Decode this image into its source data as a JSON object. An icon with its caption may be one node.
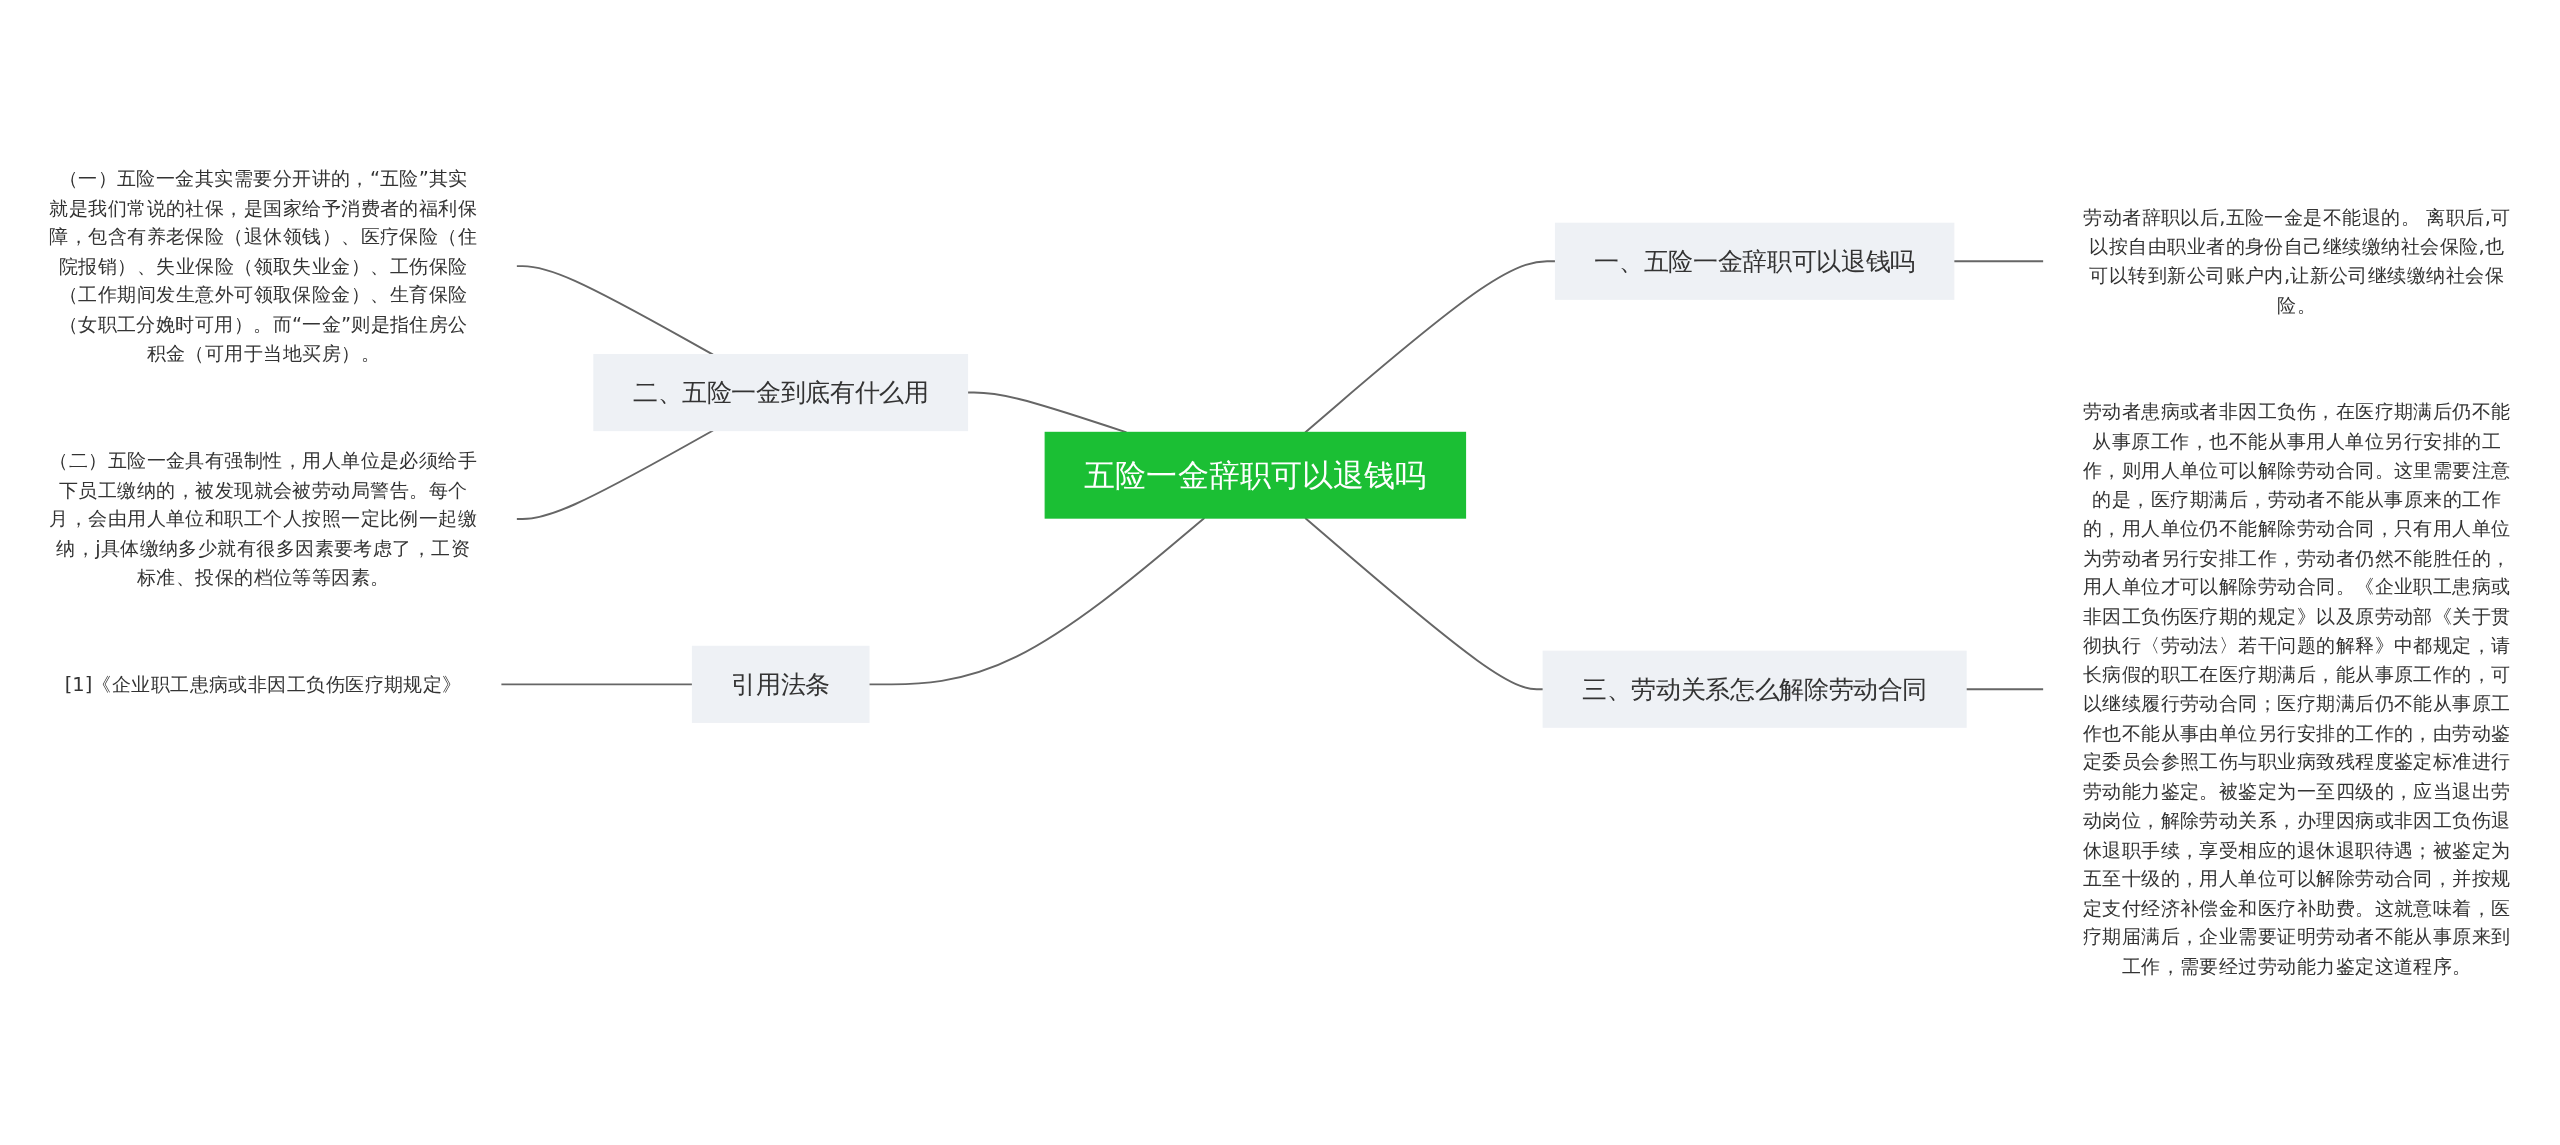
{
  "diagram": {
    "nodes": [
      {
        "text": [
          "五险一金辞职可以退钱吗"
        ]
      },
      {
        "text": [
          "一、五险一金辞职可以退钱吗"
        ]
      },
      {
        "text": [
          "劳动者辞职以后,五险一金是不能退的。 离职后,可以按自由职业者的身份自己继续缴纳社会保险,也可以转到新公司账户内,让新公司继续缴纳社会保险。"
        ]
      },
      {
        "text": [
          "三、劳动关系怎么解除劳动合同"
        ]
      },
      {
        "text": [
          "劳动者患病或者非因工负伤，在医疗期满后仍不能从事原工作，也不能从事用人单位另行安排的工作，则用人单位可以解除劳动合同。这里需要注意的是，医疗期满后，劳动者不能从事原来的工作的，用人单位仍不能解除劳动合同，只有用人单位为劳动者另行安排工作，劳动者仍然不能胜任的，用人单位才可以解除劳动合同。《企业职工患病或非因工负伤医疗期的规定》以及原劳动部《关于贯彻执行〈劳动法〉若干问题的解释》中都规定，请长病假的职工在医疗期满后，能从事原工作的，可以继续履行劳动合同；医疗期满后仍不能从事原工作也不能从事由单位另行安排的工作的，由劳动鉴定委员会参照工伤与职业病致残程度鉴定标准进行劳动能力鉴定。被鉴定为一至四级的，应当退出劳动岗位，解除劳动关系，办理因病或非因工负伤退休退职手续，享受相应的退休退职待遇；被鉴定为五至十级的，用人单位可以解除劳动合同，并按规定支付经济补偿金和医疗补助费。这就意味着，医疗期届满后，企业需要证明劳动者不能从事原来到工作，需要经过劳动能力鉴定这道程序。"
        ]
      },
      {
        "text": [
          "二、五险一金到底有什么用"
        ]
      },
      {
        "text": [
          "（一）五险一金其实需要分开讲的，“五险”其实就是我们常说的社保，是国家给予消费者的福利保障，包含有养老保险（退休领钱）、医疗保险（住院报销）、失业保险（领取失业金）、工伤保险（工作期间发生意外可领取保险金）、生育保险（女职工分娩时可用）。而“一金”则是指住房公积金（可用于当地买房）。"
        ]
      },
      {
        "text": [
          "（二）五险一金具有强制性，用人单位是必须给手下员工缴纳的，被发现就会被劳动局警告。每个月，会由用人单位和职工个人按照一定比例一起缴纳，j具体缴纳多少就有很多因素要考虑了，工资标准、投保的档位等等因素。"
        ]
      },
      {
        "text": [
          "引用法条"
        ]
      },
      {
        "text": [
          "[1]《企业职工患病或非因工负伤医疗期规定》"
        ]
      }
    ],
    "edges": [
      {
        "from": 0,
        "to": 1,
        "arrow": "none"
      },
      {
        "from": 1,
        "to": 2,
        "arrow": "none"
      },
      {
        "from": 0,
        "to": 3,
        "arrow": "none"
      },
      {
        "from": 3,
        "to": 4,
        "arrow": "none"
      },
      {
        "from": 6,
        "to": 5,
        "arrow": "none"
      },
      {
        "from": 7,
        "to": 5,
        "arrow": "none"
      },
      {
        "from": 5,
        "to": 0,
        "arrow": "none"
      },
      {
        "from": 9,
        "to": 8,
        "arrow": "none"
      },
      {
        "from": 8,
        "to": 0,
        "arrow": "none"
      }
    ]
  }
}
